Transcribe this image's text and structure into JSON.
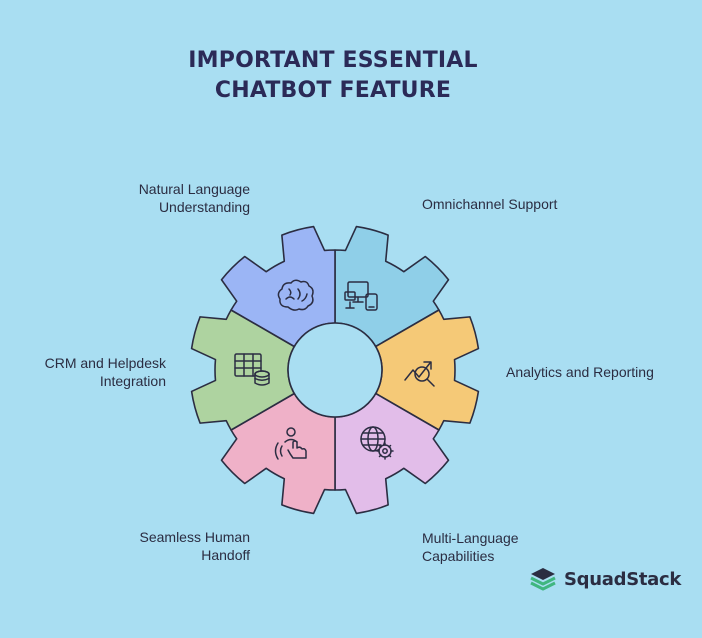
{
  "title": {
    "line1": "IMPORTANT ESSENTIAL",
    "line2": "CHATBOT FEATURE"
  },
  "segments": [
    {
      "label_line1": "Omnichannel Support",
      "label_line2": "",
      "color": "#8fcfe8",
      "icon": "devices-icon"
    },
    {
      "label_line1": "Analytics and Reporting",
      "label_line2": "",
      "color": "#f5c977",
      "icon": "analytics-icon"
    },
    {
      "label_line1": "Multi-Language",
      "label_line2": "Capabilities",
      "color": "#e2bde9",
      "icon": "globe-gear-icon"
    },
    {
      "label_line1": "Seamless Human",
      "label_line2": "Handoff",
      "color": "#efb1c8",
      "icon": "human-handoff-icon"
    },
    {
      "label_line1": "CRM and Helpdesk",
      "label_line2": "Integration",
      "color": "#aed3a0",
      "icon": "database-table-icon"
    },
    {
      "label_line1": "Natural Language",
      "label_line2": "Understanding",
      "color": "#9bb5f5",
      "icon": "brain-icon"
    }
  ],
  "colors": {
    "background": "#a9def2",
    "outline": "#2b2d42",
    "hub": "#a9def2",
    "brand_accent": "#3fb67f"
  },
  "brand": {
    "name": "SquadStack",
    "icon": "squadstack-logo-icon"
  }
}
